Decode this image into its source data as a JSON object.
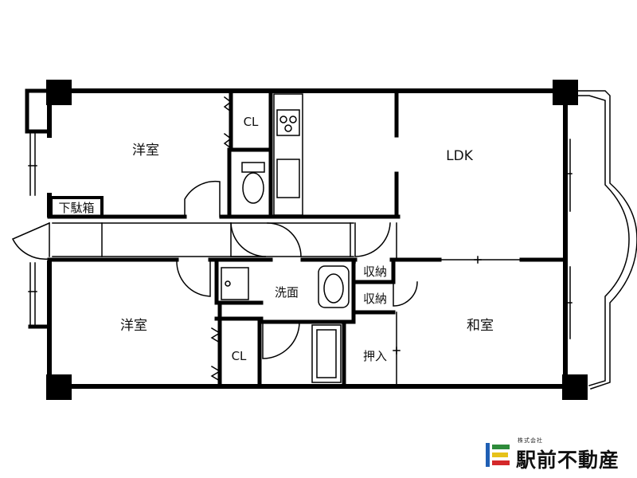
{
  "rooms": {
    "western_top": "洋室",
    "western_bottom": "洋室",
    "ldk": "LDK",
    "washroom": "洗面",
    "japanese": "和室",
    "closet_top": "CL",
    "closet_bottom": "CL",
    "storage_1": "収納",
    "storage_2": "収納",
    "oshiire": "押入",
    "shoe_box": "下駄箱"
  },
  "company": {
    "subtitle": "株式会社",
    "name": "駅前不動産",
    "logo_colors": [
      "#1f5fb4",
      "#2e8b3a",
      "#e6c21a",
      "#d4282a"
    ]
  }
}
